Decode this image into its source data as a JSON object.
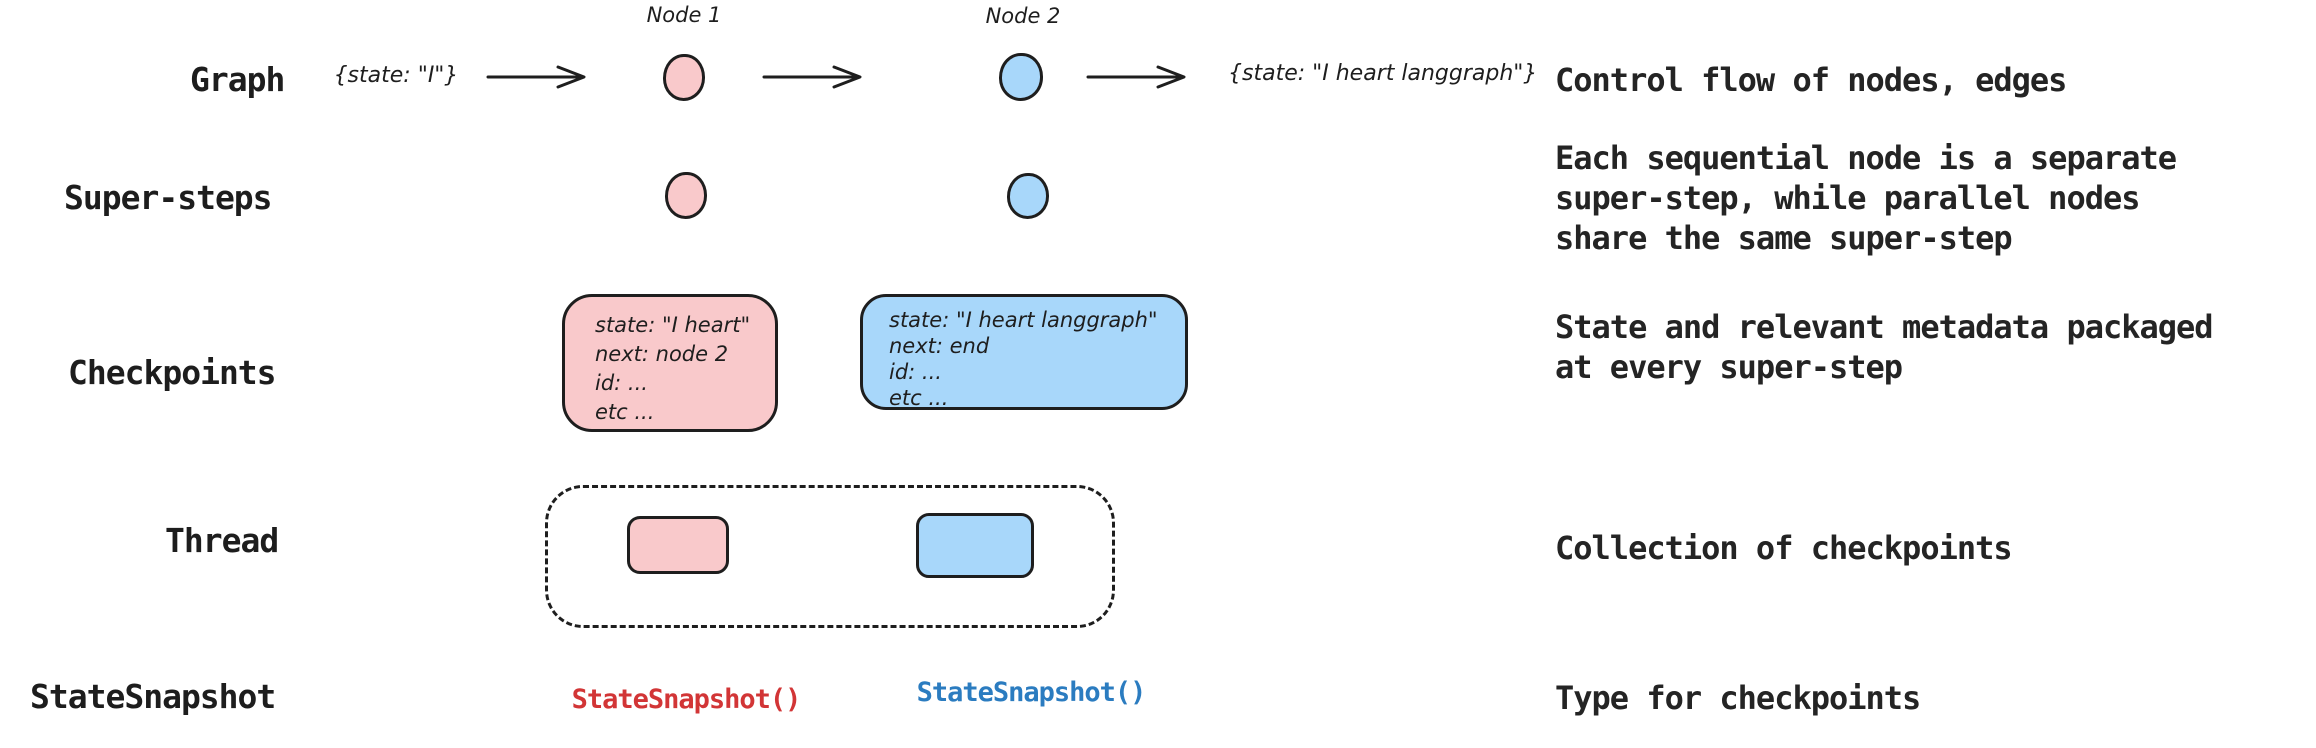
{
  "colors": {
    "node_pink": "#f9c9cb",
    "node_blue": "#a8d7fa",
    "stroke": "#1e1e1e",
    "code_red": "#d23536",
    "code_blue": "#2b7cc0"
  },
  "rows": {
    "graph": {
      "label": "Graph",
      "input_state": "{state: \"I\"}",
      "node1_label": "Node 1",
      "node2_label": "Node 2",
      "output_state": "{state: \"I heart langgraph\"}",
      "desc": "Control flow of nodes, edges"
    },
    "supersteps": {
      "label": "Super-steps",
      "desc_lines": [
        "Each sequential node is a separate",
        "super-step, while parallel nodes",
        "share the same super-step"
      ]
    },
    "checkpoints": {
      "label": "Checkpoints",
      "pink_box_lines": [
        "state: \"I heart\"",
        "next: node 2",
        "id: ...",
        "etc ..."
      ],
      "blue_box_lines": [
        "state: \"I heart langgraph\"",
        "next: end",
        "id: ...",
        "etc ..."
      ],
      "desc_lines": [
        "State and relevant metadata packaged",
        "at every super-step"
      ]
    },
    "thread": {
      "label": "Thread",
      "desc": "Collection of checkpoints"
    },
    "statesnapshot": {
      "label": "StateSnapshot",
      "red_code": "StateSnapshot()",
      "blue_code": "StateSnapshot()",
      "desc": "Type for checkpoints"
    }
  }
}
